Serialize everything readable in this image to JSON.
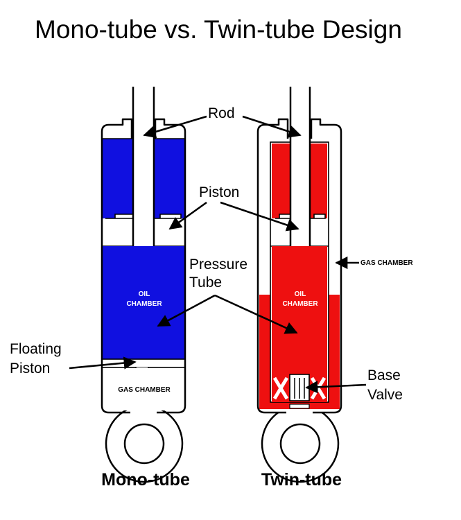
{
  "title": "Mono-tube vs. Twin-tube Design",
  "colors": {
    "mono_oil": "#1010e0",
    "twin_oil": "#ee1010",
    "outline": "#000000",
    "background": "#ffffff"
  },
  "labels": {
    "rod": "Rod",
    "piston": "Piston",
    "pressure_tube_1": "Pressure",
    "pressure_tube_2": "Tube",
    "floating_piston_1": "Floating",
    "floating_piston_2": "Piston",
    "base_valve_1": "Base",
    "base_valve_2": "Valve",
    "gas_chamber_outer": "GAS CHAMBER"
  },
  "mono_tube": {
    "caption": "Mono-tube",
    "oil_chamber_1": "OIL",
    "oil_chamber_2": "CHAMBER",
    "gas_chamber": "GAS CHAMBER"
  },
  "twin_tube": {
    "caption": "Twin-tube",
    "oil_chamber_1": "OIL",
    "oil_chamber_2": "CHAMBER"
  }
}
